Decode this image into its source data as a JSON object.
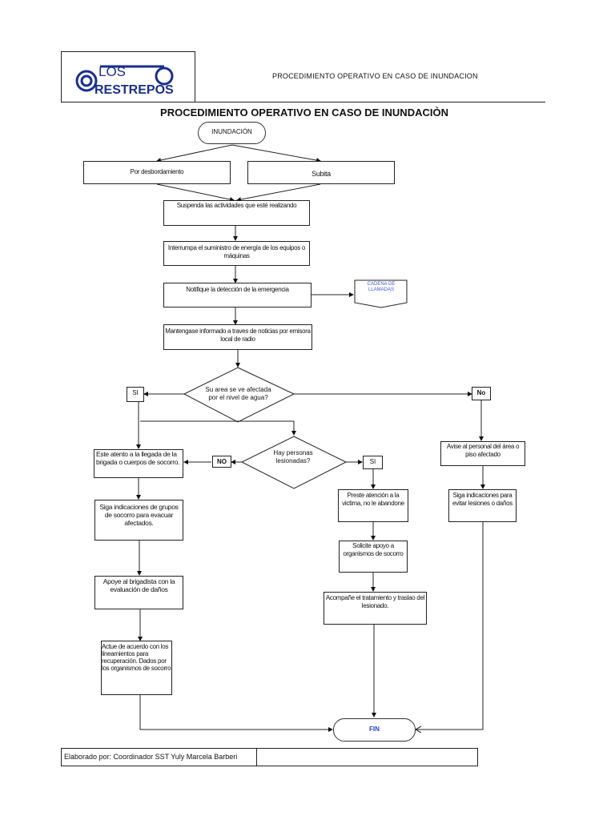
{
  "header": {
    "logo_top": "LOS",
    "logo_bottom": "RESTREPOS",
    "document_title": "PROCEDIMIENTO OPERATIVO EN CASO DE INUNDACION",
    "brand_color": "#1a2f8f"
  },
  "title": "PROCEDIMIENTO OPERATIVO EN CASO DE INUNDACIÒN",
  "flow": {
    "start": "INUNDACIÓN",
    "type_a": "Por desbordamiento",
    "type_b": "Subita",
    "step1": "Suspenda las actividades que esté realizando",
    "step2": "Interrumpa el suministro de energía de los equipos o máquinas",
    "step3": "Notifique la detección de la emergencia",
    "offpage": "CADENA DE LLAMADAS",
    "step4": "Mantengase informado a traves de noticias por emisora local de radio",
    "decision1": "Su area se ve afectada por el nivel de agua?",
    "d1_yes": "SI",
    "d1_no": "No",
    "decision2": "Hay personas lesionadas?",
    "d2_no": "NO",
    "d2_yes": "SI",
    "left1": "Este atento a la llegada de la brigada o cuerpos de socorro.",
    "left2": "Siga indicaciones de grupos de socorro para evacuar afectados.",
    "left3": "Apoye al brigadista con la evaluación de daños",
    "left4": "Actue de acuerdo con los lineamientos para recuperación. Dados por los organismos de socorro",
    "mid1": "Preste atención a la victima, no le abandone",
    "mid2": "Solicite apoyo a organismos de socorro",
    "mid3": "Acompañe el tratamiento y traslao del lesionado.",
    "right1": "Avise al personal del área o piso afectado",
    "right2": "Siga indicaciones para evitar lesiones o daños",
    "end": "FIN",
    "offpage_color": "#3b5bdb",
    "end_color": "#2a3fd0"
  },
  "footer": {
    "prepared_by": "Elaborado por: Coordinador SST Yuly Marcela Barberi",
    "second_cell": ""
  }
}
